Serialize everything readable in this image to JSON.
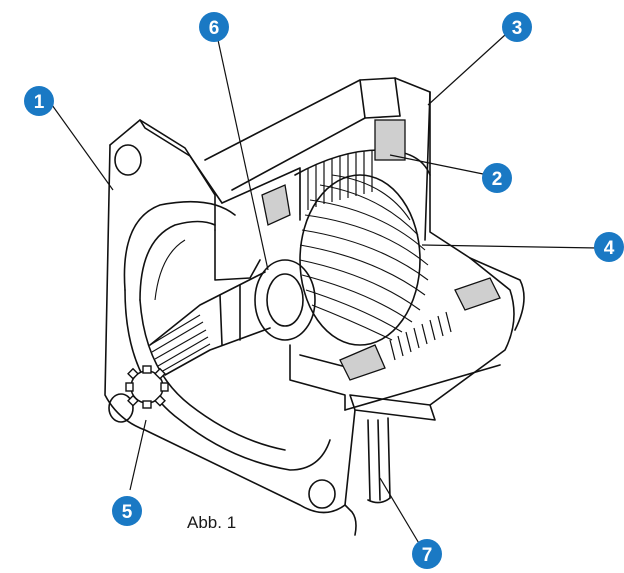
{
  "figure": {
    "caption": "Abb. 1",
    "accent_color": "#1a79c4",
    "callouts": [
      {
        "id": "1",
        "label": "1"
      },
      {
        "id": "2",
        "label": "2"
      },
      {
        "id": "3",
        "label": "3"
      },
      {
        "id": "4",
        "label": "4"
      },
      {
        "id": "5",
        "label": "5"
      },
      {
        "id": "6",
        "label": "6"
      },
      {
        "id": "7",
        "label": "7"
      }
    ]
  }
}
